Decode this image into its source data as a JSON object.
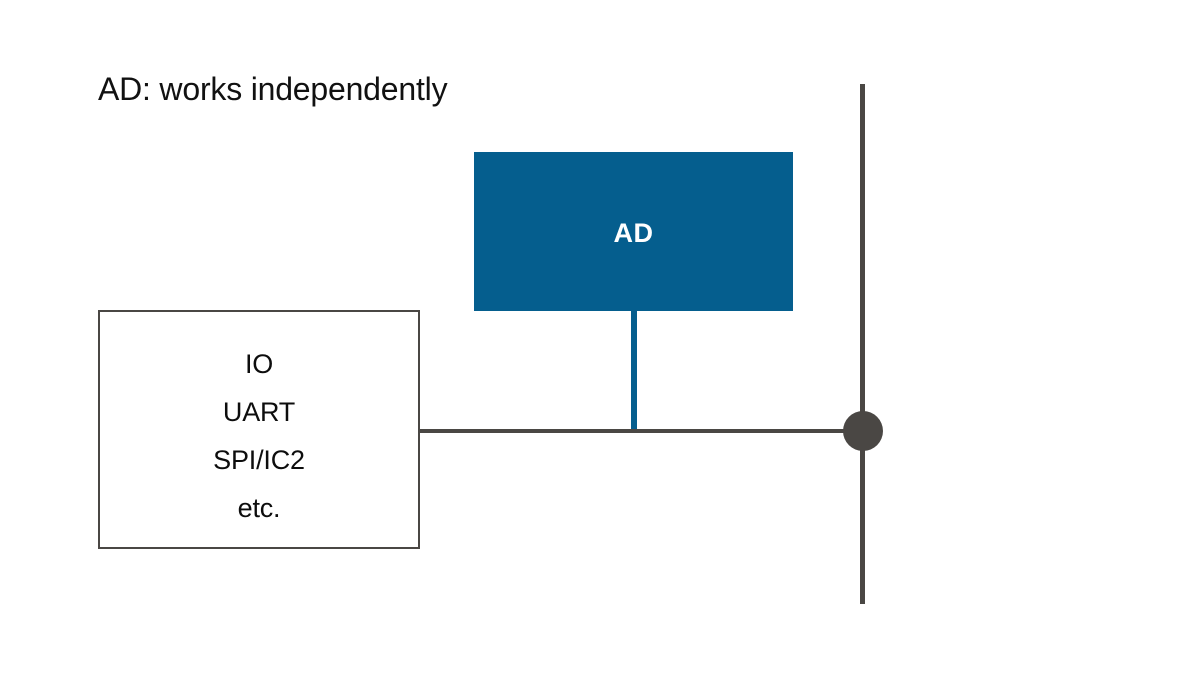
{
  "diagram": {
    "title": "AD: works independently",
    "background_color": "#ffffff",
    "accent_color": "#055E8E",
    "line_color": "#4A4744",
    "blocks": {
      "ad": {
        "label": "AD",
        "fill": "#055E8E",
        "text_color": "#ffffff"
      },
      "peripherals": {
        "lines": [
          "IO",
          "UART",
          "SPI/IC2",
          "etc."
        ],
        "fill": "#ffffff",
        "border_color": "#4A4744"
      }
    },
    "connectors": {
      "ad_to_bus": {
        "color": "#055E8E",
        "orientation": "vertical"
      },
      "peripherals_to_bus": {
        "color": "#4A4744",
        "orientation": "horizontal"
      },
      "main_bus": {
        "color": "#4A4744",
        "orientation": "vertical"
      },
      "junction_node": {
        "color": "#4A4744",
        "shape": "circle"
      }
    }
  }
}
